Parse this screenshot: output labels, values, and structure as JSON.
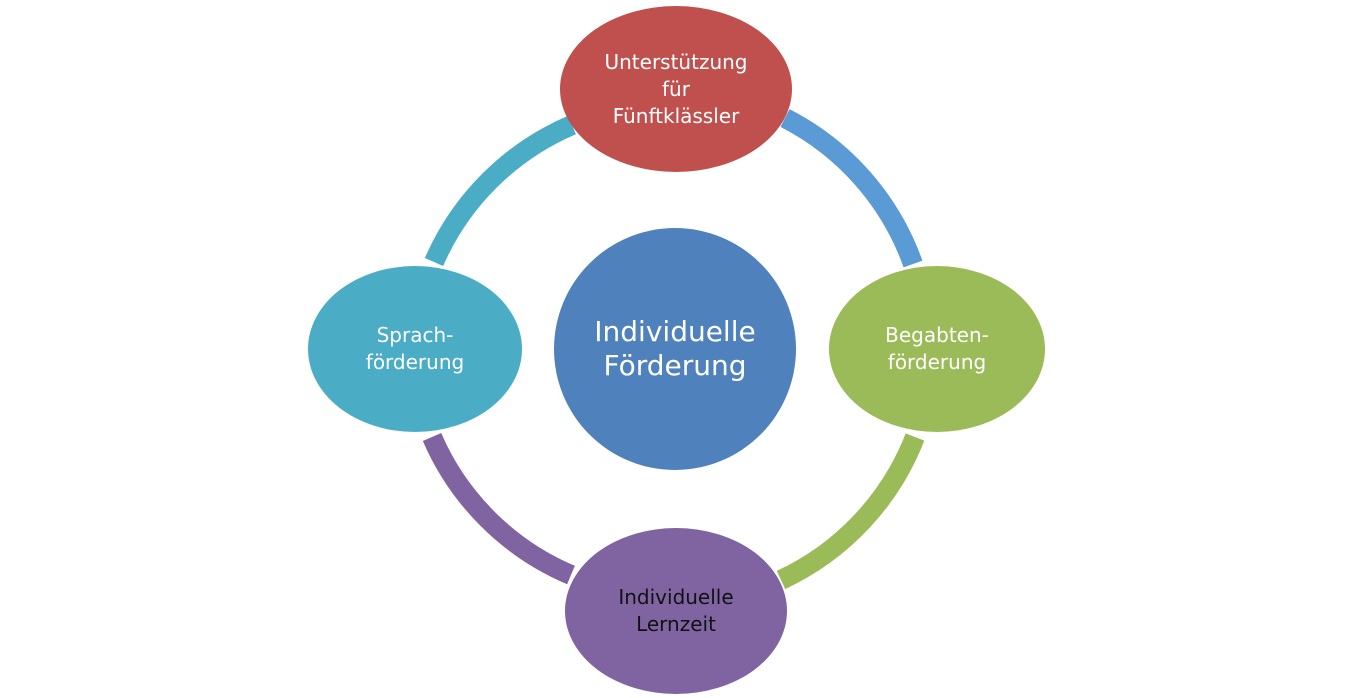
{
  "diagram": {
    "center": {
      "lines": [
        "Individuelle",
        "Förderung"
      ],
      "color": "#4f81bd"
    },
    "nodes": [
      {
        "id": "top",
        "lines": [
          "Unterstützung",
          "für",
          "Fünftklässler"
        ],
        "color": "#c0504d",
        "arc_color": "#5b9bd5"
      },
      {
        "id": "right",
        "lines": [
          "Begabten-",
          "förderung"
        ],
        "color": "#9bbb59",
        "arc_color": "#9bbb59"
      },
      {
        "id": "bottom",
        "lines": [
          "Individuelle",
          "Lernzeit"
        ],
        "color": "#8064a2",
        "arc_color": "#8064a2"
      },
      {
        "id": "left",
        "lines": [
          "Sprach-",
          "förderung"
        ],
        "color": "#4bacc6",
        "arc_color": "#4bacc6"
      }
    ]
  }
}
